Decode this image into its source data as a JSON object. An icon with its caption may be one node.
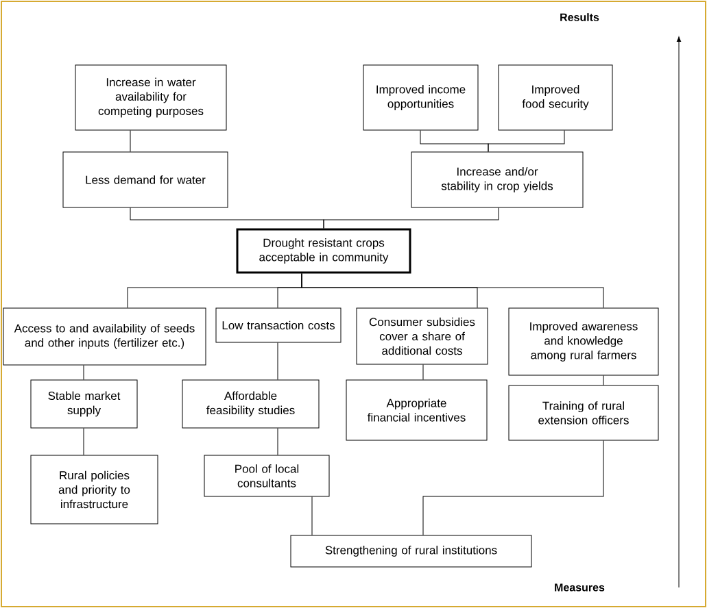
{
  "diagram": {
    "nodes": [
      {
        "text": [
          "Increase in water availability for competing purposes"
        ]
      },
      {
        "text": [
          "Improved income opportunities"
        ]
      },
      {
        "text": [
          "Improved food security"
        ]
      },
      {
        "text": [
          "Less demand for water"
        ]
      },
      {
        "text": [
          "Increase and/or stability in crop yields"
        ]
      },
      {
        "text": [
          "Drought resistant crops acceptable in community"
        ]
      },
      {
        "text": [
          "Access to and availability of seeds and other inputs (fertilizer etc.)"
        ]
      },
      {
        "text": [
          "Low transaction costs"
        ]
      },
      {
        "text": [
          "Consumer subsidies cover a share of additional costs"
        ]
      },
      {
        "text": [
          "Improved awareness and knowledge among rural farmers"
        ]
      },
      {
        "text": [
          "Stable market supply"
        ]
      },
      {
        "text": [
          "Affordable feasibility studies"
        ]
      },
      {
        "text": [
          "Appropriate financial incentives"
        ]
      },
      {
        "text": [
          "Training of rural extension officers"
        ]
      },
      {
        "text": [
          "Rural policies and priority to infrastructure"
        ]
      },
      {
        "text": [
          "Pool of local consultants"
        ]
      },
      {
        "text": [
          "Strengthening of rural institutions"
        ]
      }
    ],
    "edges": [
      {
        "from": 0,
        "to": 3,
        "arrow": "none"
      },
      {
        "from": 1,
        "to": 4,
        "arrow": "none"
      },
      {
        "from": 2,
        "to": 4,
        "arrow": "none"
      },
      {
        "from": 3,
        "to": 5,
        "arrow": "none"
      },
      {
        "from": 4,
        "to": 5,
        "arrow": "none"
      },
      {
        "from": 5,
        "to": 6,
        "arrow": "none"
      },
      {
        "from": 5,
        "to": 7,
        "arrow": "none"
      },
      {
        "from": 5,
        "to": 8,
        "arrow": "none"
      },
      {
        "from": 5,
        "to": 9,
        "arrow": "none"
      },
      {
        "from": 6,
        "to": 10,
        "arrow": "none"
      },
      {
        "from": 10,
        "to": 14,
        "arrow": "none"
      },
      {
        "from": 7,
        "to": 11,
        "arrow": "none"
      },
      {
        "from": 11,
        "to": 15,
        "arrow": "none"
      },
      {
        "from": 8,
        "to": 12,
        "arrow": "none"
      },
      {
        "from": 9,
        "to": 13,
        "arrow": "none"
      },
      {
        "from": 15,
        "to": 16,
        "arrow": "none"
      },
      {
        "from": 13,
        "to": 16,
        "arrow": "none"
      }
    ],
    "labels": [
      "Results",
      "Measures"
    ]
  }
}
